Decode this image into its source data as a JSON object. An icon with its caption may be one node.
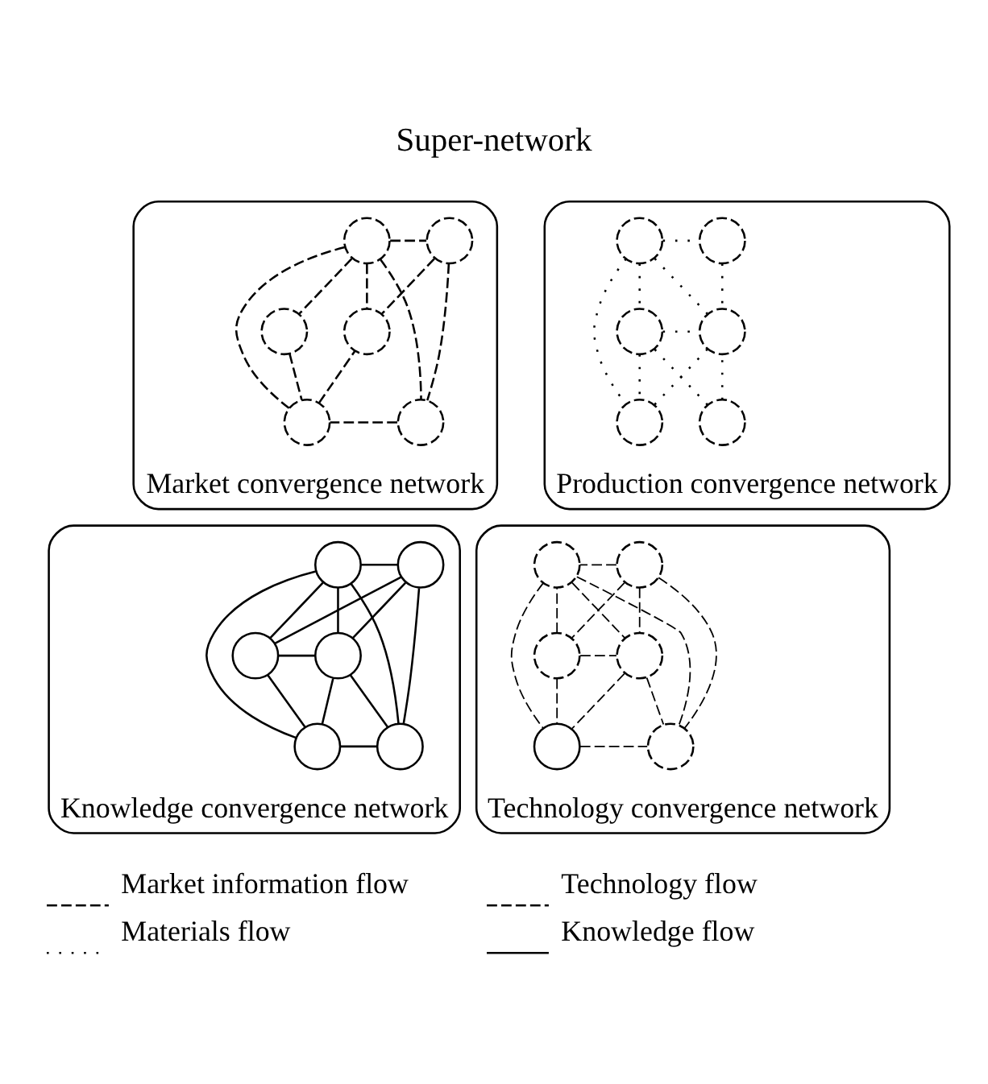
{
  "diagram": {
    "title": "Super-network",
    "nodes": [
      {
        "text": [
          "Market convergence network"
        ]
      },
      {
        "text": [],
        "shape": "circle",
        "in": 0
      },
      {
        "text": [],
        "shape": "circle",
        "in": 0
      },
      {
        "text": [],
        "shape": "circle",
        "in": 0
      },
      {
        "text": [],
        "shape": "circle",
        "in": 0
      },
      {
        "text": [],
        "shape": "circle",
        "in": 0
      },
      {
        "text": [],
        "shape": "circle",
        "in": 0
      },
      {
        "text": [
          "Production convergence network"
        ]
      },
      {
        "text": [],
        "shape": "circle",
        "in": 7
      },
      {
        "text": [],
        "shape": "circle",
        "in": 7
      },
      {
        "text": [],
        "shape": "circle",
        "in": 7
      },
      {
        "text": [],
        "shape": "circle",
        "in": 7
      },
      {
        "text": [],
        "shape": "circle",
        "in": 7
      },
      {
        "text": [],
        "shape": "circle",
        "in": 7
      },
      {
        "text": [
          "Knowledge convergence network"
        ]
      },
      {
        "text": [],
        "shape": "circle",
        "in": 14
      },
      {
        "text": [],
        "shape": "circle",
        "in": 14
      },
      {
        "text": [],
        "shape": "circle",
        "in": 14
      },
      {
        "text": [],
        "shape": "circle",
        "in": 14
      },
      {
        "text": [],
        "shape": "circle",
        "in": 14
      },
      {
        "text": [],
        "shape": "circle",
        "in": 14
      },
      {
        "text": [
          "Technology convergence network"
        ]
      },
      {
        "text": [],
        "shape": "circle",
        "in": 21
      },
      {
        "text": [],
        "shape": "circle",
        "in": 21
      },
      {
        "text": [],
        "shape": "circle",
        "in": 21
      },
      {
        "text": [],
        "shape": "circle",
        "in": 21
      },
      {
        "text": [],
        "shape": "circle",
        "in": 21
      },
      {
        "text": [],
        "shape": "circle",
        "in": 21
      }
    ],
    "edges": [
      {
        "from": 1,
        "to": 2,
        "arrow": "none",
        "style": "dashed"
      },
      {
        "from": 1,
        "to": 3,
        "arrow": "none",
        "style": "dashed"
      },
      {
        "from": 1,
        "to": 6,
        "arrow": "none",
        "style": "dashed"
      },
      {
        "from": 1,
        "to": 5,
        "arrow": "none",
        "style": "dashed"
      },
      {
        "from": 1,
        "to": 4,
        "arrow": "none",
        "style": "dashed"
      },
      {
        "from": 2,
        "to": 4,
        "arrow": "none",
        "style": "dashed"
      },
      {
        "from": 2,
        "to": 6,
        "arrow": "none",
        "style": "dashed"
      },
      {
        "from": 3,
        "to": 5,
        "arrow": "none",
        "style": "dashed"
      },
      {
        "from": 6,
        "to": 5,
        "arrow": "none",
        "style": "dashed"
      },
      {
        "from": 5,
        "to": 4,
        "arrow": "none",
        "style": "dashed"
      },
      {
        "from": 8,
        "to": 9,
        "arrow": "none",
        "style": "dashed"
      },
      {
        "from": 8,
        "to": 10,
        "arrow": "none",
        "style": "dashed"
      },
      {
        "from": 8,
        "to": 11,
        "arrow": "none",
        "style": "dashed"
      },
      {
        "from": 8,
        "to": 13,
        "arrow": "none",
        "style": "dashed"
      },
      {
        "from": 9,
        "to": 11,
        "arrow": "none",
        "style": "dashed"
      },
      {
        "from": 10,
        "to": 11,
        "arrow": "none",
        "style": "dashed"
      },
      {
        "from": 10,
        "to": 13,
        "arrow": "none",
        "style": "dashed"
      },
      {
        "from": 10,
        "to": 12,
        "arrow": "none",
        "style": "dashed"
      },
      {
        "from": 13,
        "to": 11,
        "arrow": "none",
        "style": "dashed"
      },
      {
        "from": 12,
        "to": 11,
        "arrow": "none",
        "style": "dashed"
      },
      {
        "from": 15,
        "to": 16,
        "arrow": "none"
      },
      {
        "from": 15,
        "to": 17,
        "arrow": "none"
      },
      {
        "from": 15,
        "to": 18,
        "arrow": "none"
      },
      {
        "from": 15,
        "to": 19,
        "arrow": "none"
      },
      {
        "from": 17,
        "to": 16,
        "arrow": "none"
      },
      {
        "from": 17,
        "to": 18,
        "arrow": "none"
      },
      {
        "from": 17,
        "to": 20,
        "arrow": "none"
      },
      {
        "from": 16,
        "to": 18,
        "arrow": "none"
      },
      {
        "from": 16,
        "to": 20,
        "arrow": "none"
      },
      {
        "from": 16,
        "to": 19,
        "arrow": "none"
      },
      {
        "from": 18,
        "to": 19,
        "arrow": "none"
      },
      {
        "from": 18,
        "to": 20,
        "arrow": "none"
      },
      {
        "from": 20,
        "to": 19,
        "arrow": "none"
      },
      {
        "from": 22,
        "to": 23,
        "arrow": "none",
        "style": "dashed"
      },
      {
        "from": 22,
        "to": 24,
        "arrow": "none",
        "style": "dashed"
      },
      {
        "from": 22,
        "to": 25,
        "arrow": "none",
        "style": "dashed"
      },
      {
        "from": 22,
        "to": 26,
        "arrow": "none",
        "style": "dashed"
      },
      {
        "from": 23,
        "to": 25,
        "arrow": "none",
        "style": "dashed"
      },
      {
        "from": 23,
        "to": 27,
        "arrow": "none",
        "style": "dashed"
      },
      {
        "from": 23,
        "to": 26,
        "arrow": "none",
        "style": "dashed"
      },
      {
        "from": 24,
        "to": 25,
        "arrow": "none",
        "style": "dashed"
      },
      {
        "from": 24,
        "to": 27,
        "arrow": "none",
        "style": "dashed"
      },
      {
        "from": 25,
        "to": 26,
        "arrow": "none",
        "style": "dashed"
      },
      {
        "from": 25,
        "to": 27,
        "arrow": "none",
        "style": "dashed"
      },
      {
        "from": 27,
        "to": 26,
        "arrow": "none",
        "style": "dashed"
      },
      {
        "from": 24,
        "to": 23,
        "arrow": "none",
        "style": "dashed"
      }
    ],
    "legend": [
      {
        "text": "Market information flow"
      },
      {
        "text": "Technology flow"
      },
      {
        "text": "Materials flow"
      },
      {
        "text": "Knowledge flow"
      }
    ]
  }
}
